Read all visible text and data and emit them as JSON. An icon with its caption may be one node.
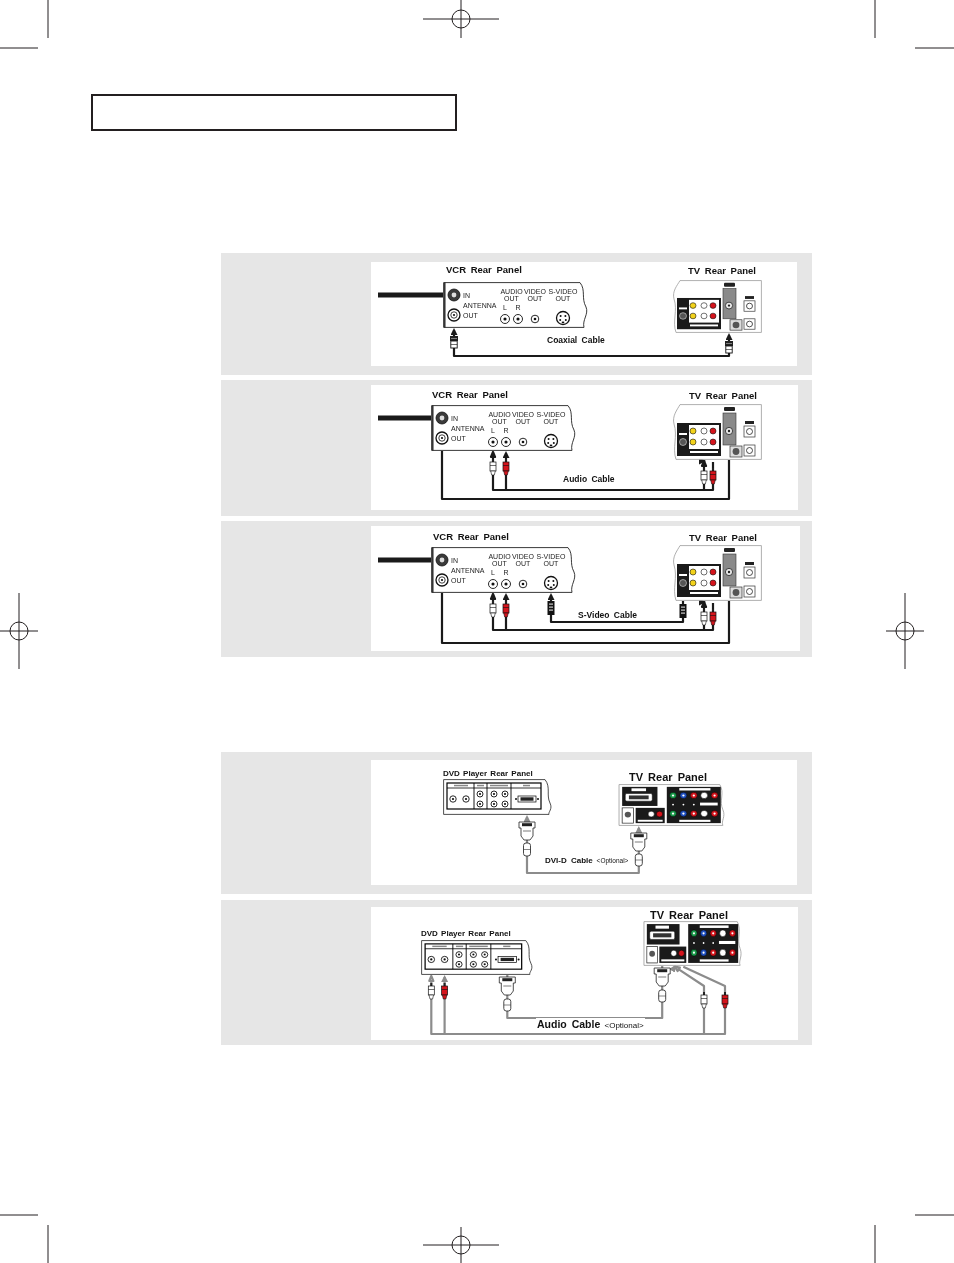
{
  "diagram": {
    "nodes": [
      {
        "text": [
          "VCR Rear Panel",
          "IN",
          "ANTENNA",
          "OUT",
          "AUDIO OUT",
          "L",
          "R",
          "VIDEO OUT",
          "S-VIDEO OUT"
        ]
      },
      {
        "text": [
          "TV Rear Panel"
        ]
      },
      {
        "text": [
          "VCR Rear Panel",
          "IN",
          "ANTENNA",
          "OUT",
          "AUDIO OUT",
          "L",
          "R",
          "VIDEO OUT",
          "S-VIDEO OUT"
        ]
      },
      {
        "text": [
          "TV Rear Panel"
        ]
      },
      {
        "text": [
          "VCR Rear Panel",
          "IN",
          "ANTENNA",
          "OUT",
          "AUDIO OUT",
          "L",
          "R",
          "VIDEO OUT",
          "S-VIDEO OUT"
        ]
      },
      {
        "text": [
          "TV Rear Panel"
        ]
      },
      {
        "text": [
          "DVD Player Rear Panel"
        ]
      },
      {
        "text": [
          "TV Rear Panel"
        ]
      },
      {
        "text": [
          "DVD Player Rear Panel"
        ]
      },
      {
        "text": [
          "TV Rear Panel"
        ]
      }
    ],
    "edges": [
      {
        "from": null,
        "to": 0,
        "arrow": "none",
        "style": "thick"
      },
      {
        "from": 0,
        "to": 1,
        "arrow": "both",
        "label": "Coaxial Cable"
      },
      {
        "from": null,
        "to": 2,
        "arrow": "none",
        "style": "thick"
      },
      {
        "from": 2,
        "to": 3,
        "arrow": "none"
      },
      {
        "from": 2,
        "to": 3,
        "arrow": "both",
        "label": "Audio Cable"
      },
      {
        "from": null,
        "to": 4,
        "arrow": "none",
        "style": "thick"
      },
      {
        "from": 4,
        "to": 5,
        "arrow": "none"
      },
      {
        "from": 4,
        "to": 5,
        "arrow": "both"
      },
      {
        "from": 5,
        "to": 4,
        "arrow": "to",
        "label": "S-Video Cable"
      },
      {
        "from": 6,
        "to": 7,
        "arrow": "both",
        "label": "**DVI-D Cable** <Optional>",
        "color": "#8c8c8c"
      },
      {
        "from": 8,
        "to": 9,
        "arrow": "none",
        "color": "#8c8c8c"
      },
      {
        "from": 8,
        "to": 9,
        "arrow": "both",
        "label": "**Audio Cable** <Optional>",
        "color": "#8c8c8c"
      }
    ]
  }
}
